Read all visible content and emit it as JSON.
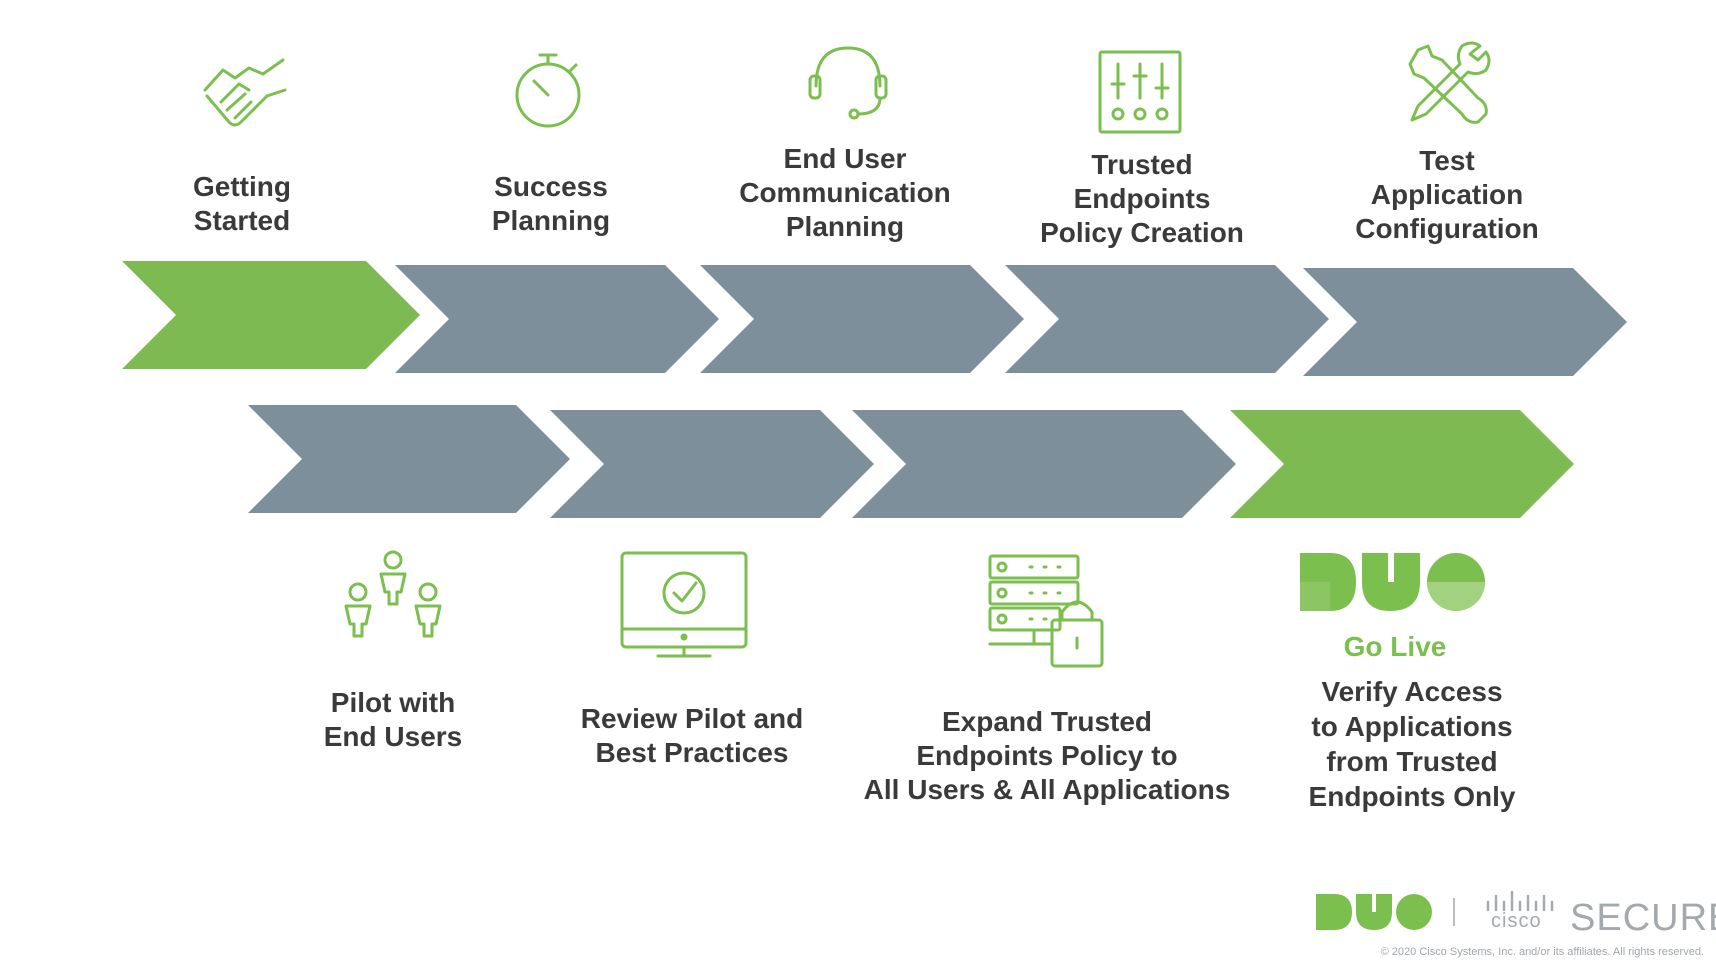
{
  "colors": {
    "green": "#7dbb52",
    "slate": "#7d8f9b",
    "text": "#3a3a3a",
    "gray_logo": "#a3a9ad"
  },
  "steps_top": [
    {
      "label": "Getting\nStarted",
      "icon": "handshake-icon",
      "active": true
    },
    {
      "label": "Success\nPlanning",
      "icon": "stopwatch-icon",
      "active": false
    },
    {
      "label": "End User\nCommunication\nPlanning",
      "icon": "headset-icon",
      "active": false
    },
    {
      "label": "Trusted\nEndpoints\nPolicy Creation",
      "icon": "sliders-icon",
      "active": false
    },
    {
      "label": "Test\nApplication\nConfiguration",
      "icon": "tools-icon",
      "active": false
    }
  ],
  "steps_bottom": [
    {
      "label": "Pilot with\nEnd Users",
      "icon": "users-group-icon",
      "active": false
    },
    {
      "label": "Review Pilot and\nBest Practices",
      "icon": "monitor-check-icon",
      "active": false
    },
    {
      "label": "Expand Trusted\nEndpoints Policy to\nAll Users & All Applications",
      "icon": "server-lock-icon",
      "active": false
    },
    {
      "label": "Verify Access\nto Applications\nfrom Trusted\nEndpoints Only",
      "icon": "duo-logo",
      "active": true,
      "heading": "Go Live"
    }
  ],
  "footer": {
    "brand": "DUO",
    "cisco": "cisco",
    "secure": "SECURE",
    "copyright": "© 2020 Cisco Systems, Inc. and/or its affiliates. All rights reserved."
  }
}
